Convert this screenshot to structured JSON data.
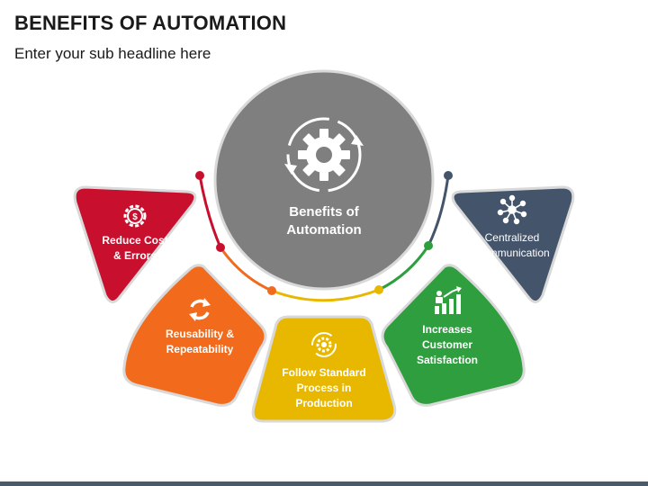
{
  "header": {
    "title": "BENEFITS OF AUTOMATION",
    "subtitle": "Enter your sub headline here"
  },
  "center": {
    "label_line1": "Benefits of",
    "label_line2": "Automation",
    "color": "#7f7f7f",
    "icon": "gear-cycle-icon"
  },
  "benefits": [
    {
      "id": "reduce-cost",
      "lines": [
        "Reduce Cost",
        "& Errors"
      ],
      "color": "#c8102e",
      "icon": "dollar-gear-icon"
    },
    {
      "id": "reusability",
      "lines": [
        "Reusability &",
        "Repeatability"
      ],
      "color": "#f26b1d",
      "icon": "refresh-icon"
    },
    {
      "id": "follow-standard",
      "lines": [
        "Follow Standard",
        "Process in",
        "Production"
      ],
      "color": "#e8b800",
      "icon": "process-gear-icon"
    },
    {
      "id": "customer-satisfaction",
      "lines": [
        "Increases",
        "Customer",
        "Satisfaction"
      ],
      "color": "#2e9e3e",
      "icon": "growth-chart-icon"
    },
    {
      "id": "centralized-communication",
      "lines": [
        "Centralized",
        "Communication"
      ],
      "color": "#44546a",
      "icon": "network-hub-icon"
    }
  ],
  "connector_colors": [
    "#c8102e",
    "#f26b1d",
    "#e8b800",
    "#2e9e3e",
    "#44546a"
  ]
}
